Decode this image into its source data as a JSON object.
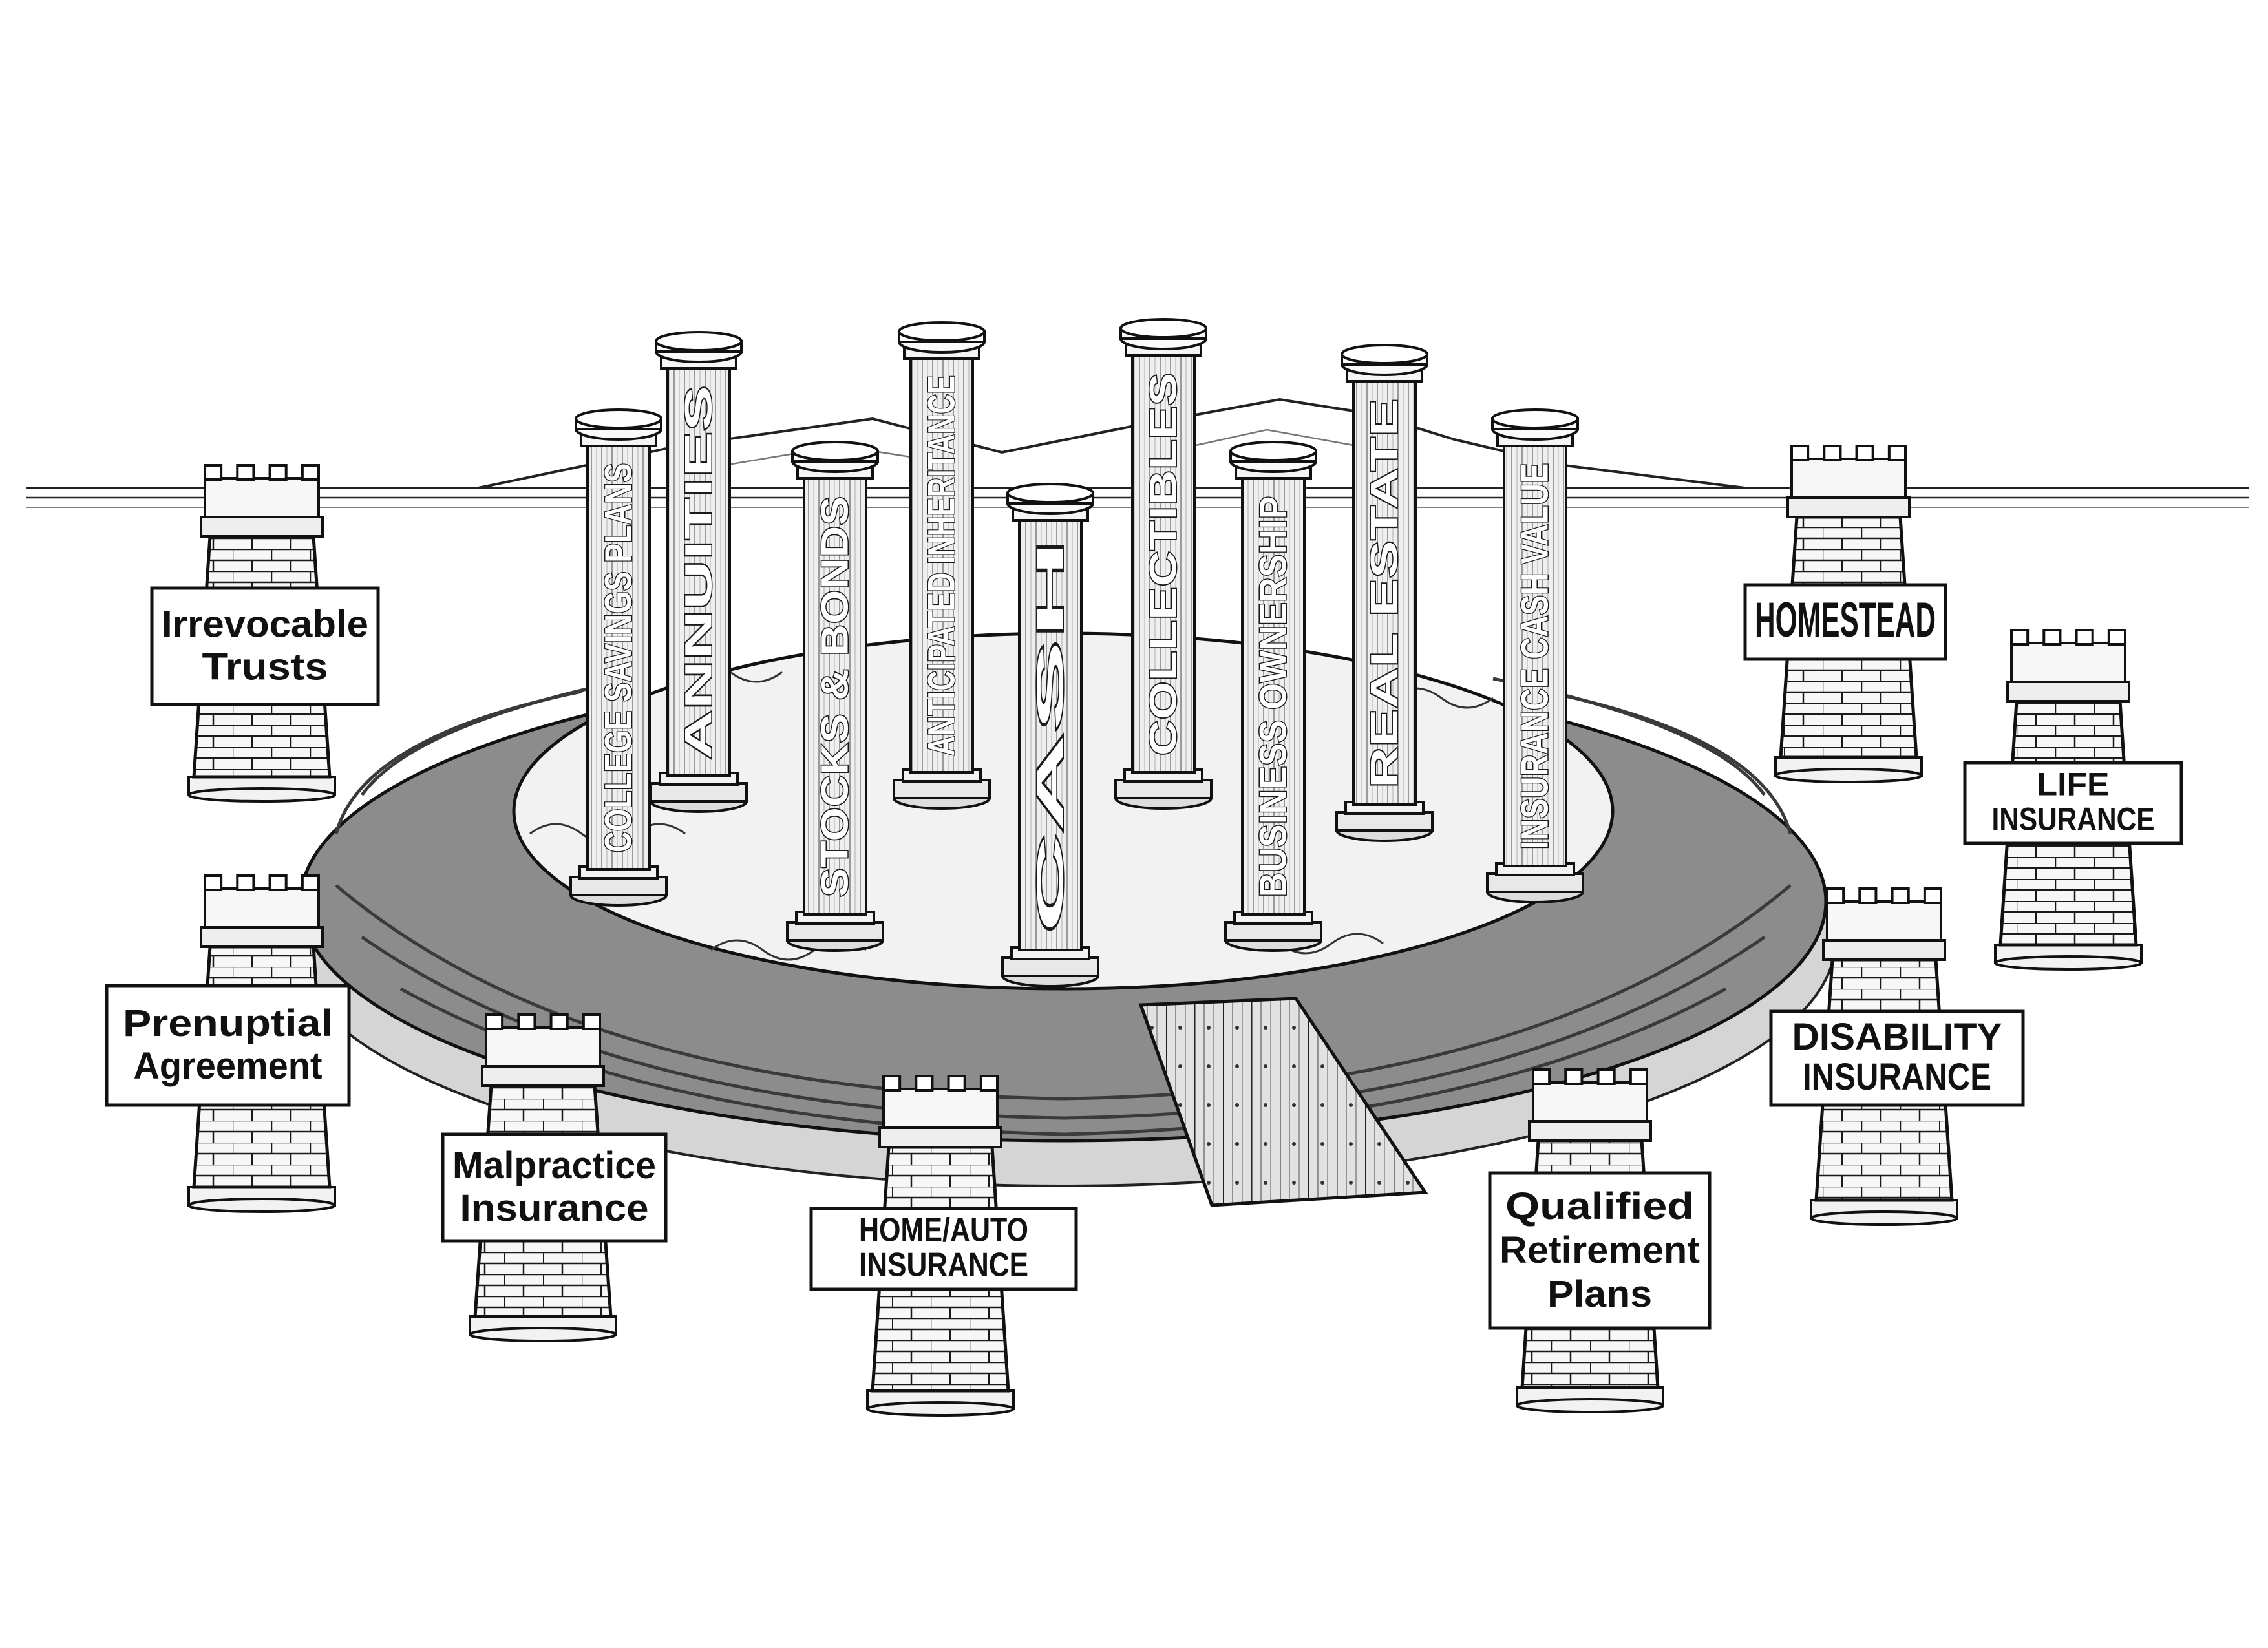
{
  "pillars": [
    {
      "id": "college-savings-plans",
      "label": "COLLEGE SAVINGS PLANS"
    },
    {
      "id": "annuities",
      "label": "ANNUITIES"
    },
    {
      "id": "stocks-bonds",
      "label": "STOCKS & BONDS"
    },
    {
      "id": "anticipated-inheritance",
      "label": "ANTICIPATED INHERITANCE"
    },
    {
      "id": "cash",
      "label": "CASH"
    },
    {
      "id": "collectibles",
      "label": "COLLECTIBLES"
    },
    {
      "id": "business-ownership",
      "label": "BUSINESS OWNERSHIP"
    },
    {
      "id": "real-estate",
      "label": "REAL ESTATE"
    },
    {
      "id": "insurance-cash-value",
      "label": "INSURANCE CASH VALUE"
    }
  ],
  "towers": [
    {
      "id": "irrevocable-trusts",
      "lines": [
        "Irrevocable",
        "Trusts"
      ]
    },
    {
      "id": "prenuptial-agreement",
      "lines": [
        "Prenuptial",
        "Agreement"
      ]
    },
    {
      "id": "malpractice-insurance",
      "lines": [
        "Malpractice",
        "Insurance"
      ]
    },
    {
      "id": "home-auto-insurance",
      "lines": [
        "HOME/AUTO",
        "INSURANCE"
      ]
    },
    {
      "id": "qualified-retirement-plans",
      "lines": [
        "Qualified",
        "Retirement",
        "Plans"
      ]
    },
    {
      "id": "disability-insurance",
      "lines": [
        "DISABILITY",
        "INSURANCE"
      ]
    },
    {
      "id": "life-insurance",
      "lines": [
        "LIFE",
        "INSURANCE"
      ]
    },
    {
      "id": "homestead",
      "lines": [
        "HOMESTEAD"
      ]
    }
  ],
  "icons": {
    "pillar": "column-icon",
    "tower": "castle-tower-icon",
    "moat": "moat-ring",
    "bridge": "drawbridge-icon",
    "mountains": "mountain-range"
  },
  "colors": {
    "ink": "#111111",
    "moat": "#8c8c8c",
    "pillar": "#efefef",
    "tower": "#f7f7f7",
    "sign": "#ffffff",
    "background": "#ffffff"
  }
}
